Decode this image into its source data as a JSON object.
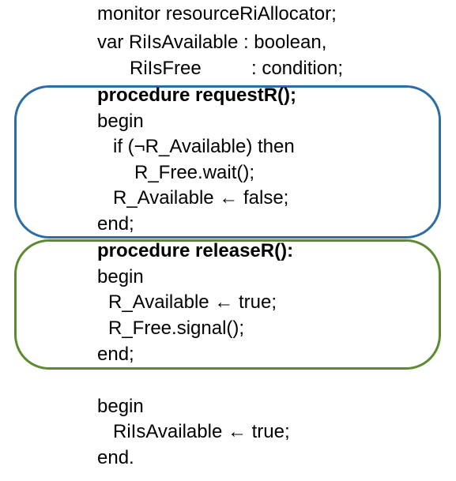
{
  "code": {
    "line_01": "monitor resourceRiAllocator;",
    "line_02": "var RiIsAvailable : boolean,",
    "line_03a": "RiIsFree",
    "line_03b": ": condition;",
    "line_04": "procedure requestR();",
    "line_05": "begin",
    "line_06": "if (¬R_Available) then",
    "line_07": "R_Free.wait();",
    "line_08": "R_Available ← false;",
    "line_09": "end;",
    "line_10": "procedure releaseR():",
    "line_11": "begin",
    "line_12": "R_Available ← true;",
    "line_13": "R_Free.signal();",
    "line_14": "end;",
    "line_15": "begin",
    "line_16": "RiIsAvailable ← true;",
    "line_17": "end."
  },
  "colors": {
    "request_box_border": "#2E6DA4",
    "release_box_border": "#5B8A32",
    "text": "#000000",
    "background": "#FFFFFF"
  }
}
